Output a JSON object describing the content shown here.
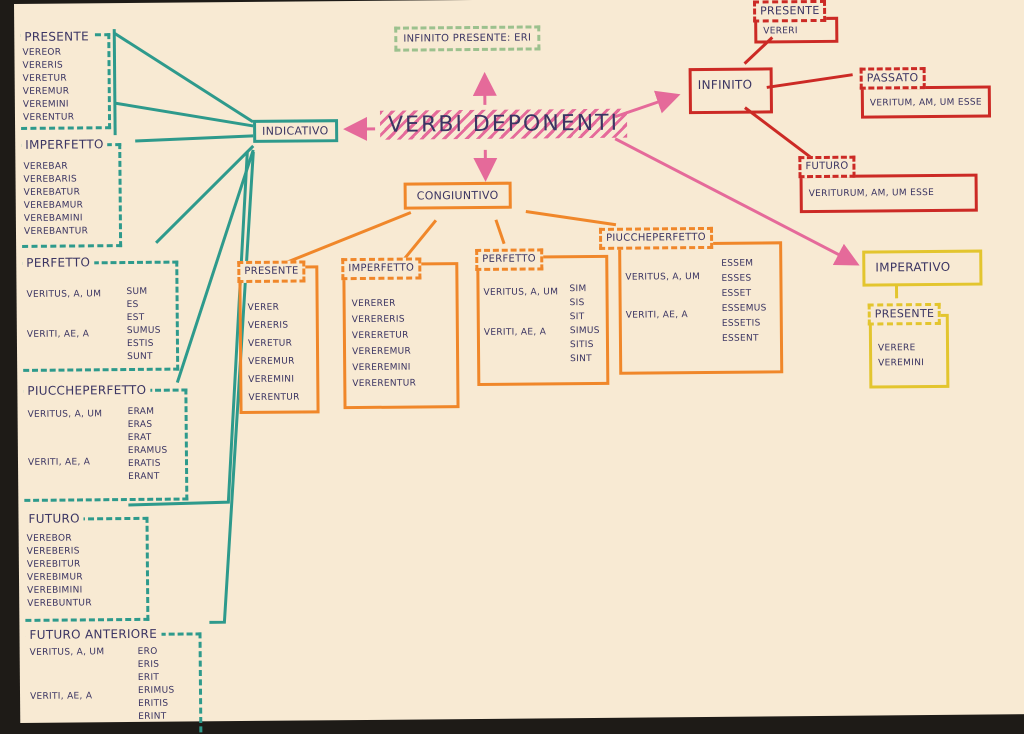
{
  "title": "VERBI DEPONENTI",
  "infinito_presente": "INFINITO PRESENTE: ERI",
  "indicativo": {
    "label": "INDICATIVO",
    "presente": {
      "label": "PRESENTE",
      "forms": [
        "VEREOR",
        "VERERIS",
        "VERETUR",
        "VEREMUR",
        "VEREMINI",
        "VERENTUR"
      ]
    },
    "imperfetto": {
      "label": "IMPERFETTO",
      "forms": [
        "VEREBAR",
        "VEREBARIS",
        "VEREBATUR",
        "VEREBAMUR",
        "VEREBAMINI",
        "VEREBANTUR"
      ]
    },
    "perfetto": {
      "label": "PERFETTO",
      "sing": "VERITUS, A, UM",
      "plur": "VERITI, AE, A",
      "aux": [
        "SUM",
        "ES",
        "EST",
        "SUMUS",
        "ESTIS",
        "SUNT"
      ]
    },
    "piuccheperfetto": {
      "label": "PIUCCHEPERFETTO",
      "sing": "VERITUS, A, UM",
      "plur": "VERITI, AE, A",
      "aux": [
        "ERAM",
        "ERAS",
        "ERAT",
        "ERAMUS",
        "ERATIS",
        "ERANT"
      ]
    },
    "futuro": {
      "label": "FUTURO",
      "forms": [
        "VEREBOR",
        "VEREBERIS",
        "VEREBITUR",
        "VEREBIMUR",
        "VEREBIMINI",
        "VEREBUNTUR"
      ]
    },
    "futuro_anteriore": {
      "label": "FUTURO ANTERIORE",
      "sing": "VERITUS, A, UM",
      "plur": "VERITI, AE, A",
      "aux": [
        "ERO",
        "ERIS",
        "ERIT",
        "ERIMUS",
        "ERITIS",
        "ERINT"
      ]
    }
  },
  "congiuntivo": {
    "label": "CONGIUNTIVO",
    "presente": {
      "label": "PRESENTE",
      "forms": [
        "VERER",
        "VERERIS",
        "VERETUR",
        "VEREMUR",
        "VEREMINI",
        "VERENTUR"
      ]
    },
    "imperfetto": {
      "label": "IMPERFETTO",
      "forms": [
        "VERERER",
        "VERERERIS",
        "VERERETUR",
        "VEREREMUR",
        "VEREREMINI",
        "VERERENTUR"
      ]
    },
    "perfetto": {
      "label": "PERFETTO",
      "sing": "VERITUS, A, UM",
      "plur": "VERITI, AE, A",
      "aux": [
        "SIM",
        "SIS",
        "SIT",
        "SIMUS",
        "SITIS",
        "SINT"
      ]
    },
    "piuccheperfetto": {
      "label": "PIUCCHEPERFETTO",
      "sing": "VERITUS, A, UM",
      "plur": "VERITI, AE, A",
      "aux": [
        "ESSEM",
        "ESSES",
        "ESSET",
        "ESSEMUS",
        "ESSETIS",
        "ESSENT"
      ]
    }
  },
  "infinito": {
    "label": "INFINITO",
    "presente": {
      "label": "PRESENTE",
      "form": "VERERI"
    },
    "passato": {
      "label": "PASSATO",
      "form": "VERITUM, AM, UM ESSE"
    },
    "futuro": {
      "label": "FUTURO",
      "form": "VERITURUM, AM, UM ESSE"
    }
  },
  "imperativo": {
    "label": "IMPERATIVO",
    "presente": {
      "label": "PRESENTE",
      "forms": [
        "VERERE",
        "VEREMINI"
      ]
    }
  },
  "colors": {
    "indicativo": "#2e9a8c",
    "congiuntivo": "#f0872a",
    "infinito": "#cc2a25",
    "imperativo": "#e3c52e",
    "title": "#e56a9a",
    "infinito_presente": "#9cc18e",
    "ink": "#3b3563"
  }
}
